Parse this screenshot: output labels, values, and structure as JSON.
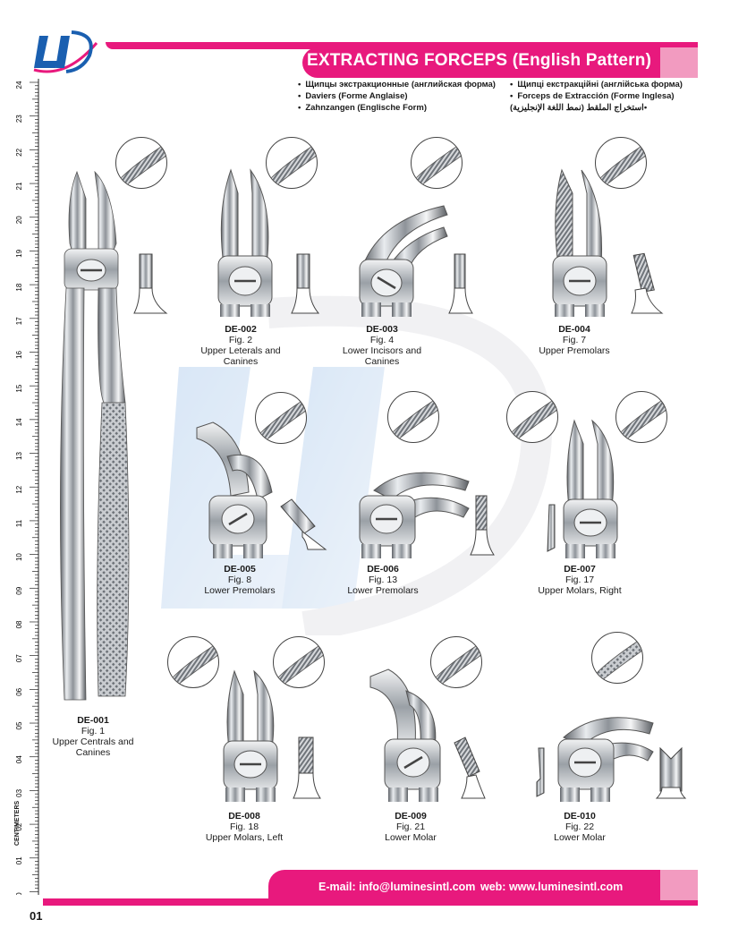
{
  "brand": {
    "logo_text": "LI",
    "accent": "#e8197d",
    "accent_light": "#f29bc0",
    "logo_blue": "#1a5fb0"
  },
  "header": {
    "title": "EXTRACTING FORCEPS (English Pattern)"
  },
  "languages": {
    "left": [
      "Щипцы экстракционные (английская форма)",
      "Daviers (Forme Anglaise)",
      "Zahnzangen (Englische Form)"
    ],
    "right": [
      "Щипці екстракційні (англійська форма)",
      "Forceps de Extracción (Forme Inglesa)",
      "استخراج الملقط (نمط اللغة الإنجليزية)"
    ]
  },
  "ruler": {
    "unit_label": "CENTIMETERS",
    "labels": [
      "24",
      "23",
      "22",
      "21",
      "20",
      "19",
      "18",
      "17",
      "16",
      "15",
      "14",
      "13",
      "12",
      "11",
      "10",
      "09",
      "08",
      "07",
      "06",
      "05",
      "04",
      "03",
      "02",
      "01",
      "0"
    ]
  },
  "products": [
    {
      "code": "DE-001",
      "fig": "Fig. 1",
      "desc": "Upper Centrals and Canines"
    },
    {
      "code": "DE-002",
      "fig": "Fig. 2",
      "desc": "Upper Leterals and Canines"
    },
    {
      "code": "DE-003",
      "fig": "Fig. 4",
      "desc": "Lower Incisors and Canines"
    },
    {
      "code": "DE-004",
      "fig": "Fig. 7",
      "desc": "Upper Premolars"
    },
    {
      "code": "DE-005",
      "fig": "Fig. 8",
      "desc": "Lower Premolars"
    },
    {
      "code": "DE-006",
      "fig": "Fig. 13",
      "desc": "Lower Premolars"
    },
    {
      "code": "DE-007",
      "fig": "Fig. 17",
      "desc": "Upper Molars, Right"
    },
    {
      "code": "DE-008",
      "fig": "Fig. 18",
      "desc": "Upper Molars, Left"
    },
    {
      "code": "DE-009",
      "fig": "Fig. 21",
      "desc": "Lower Molar"
    },
    {
      "code": "DE-010",
      "fig": "Fig. 22",
      "desc": "Lower Molar"
    }
  ],
  "footer": {
    "email": "E-mail: info@luminesintl.com",
    "web": "web: www.luminesintl.com"
  },
  "page_number": "01"
}
